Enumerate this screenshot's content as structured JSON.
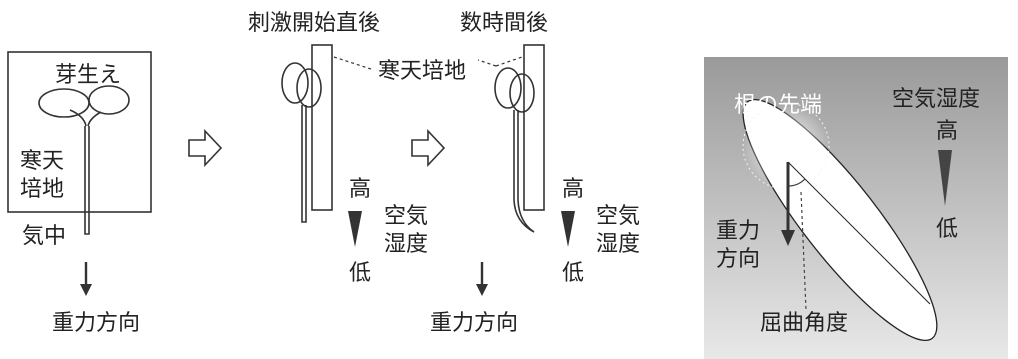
{
  "panel1": {
    "sprout_label": "芽生え",
    "agar_line1": "寒天",
    "agar_line2": "培地",
    "air_label": "気中",
    "gravity_label": "重力方向"
  },
  "panel2": {
    "title": "刺激開始直後",
    "agar_label": "寒天培地",
    "high": "高",
    "low": "低",
    "humidity_line1": "空気",
    "humidity_line2": "湿度"
  },
  "panel3": {
    "title": "数時間後",
    "high": "高",
    "low": "低",
    "humidity_line1": "空気",
    "humidity_line2": "湿度",
    "gravity_label": "重力方向"
  },
  "panel4": {
    "root_tip_label": "根の先端",
    "humidity_label": "空気湿度",
    "high": "高",
    "low": "低",
    "gravity_line1": "重力",
    "gravity_line2": "方向",
    "bend_angle_label": "屈曲角度"
  },
  "colors": {
    "line": "#333333",
    "panel4_gradient_top": "#9a9a9a",
    "panel4_gradient_bottom": "#e6e6e6",
    "marker": "#555555"
  }
}
